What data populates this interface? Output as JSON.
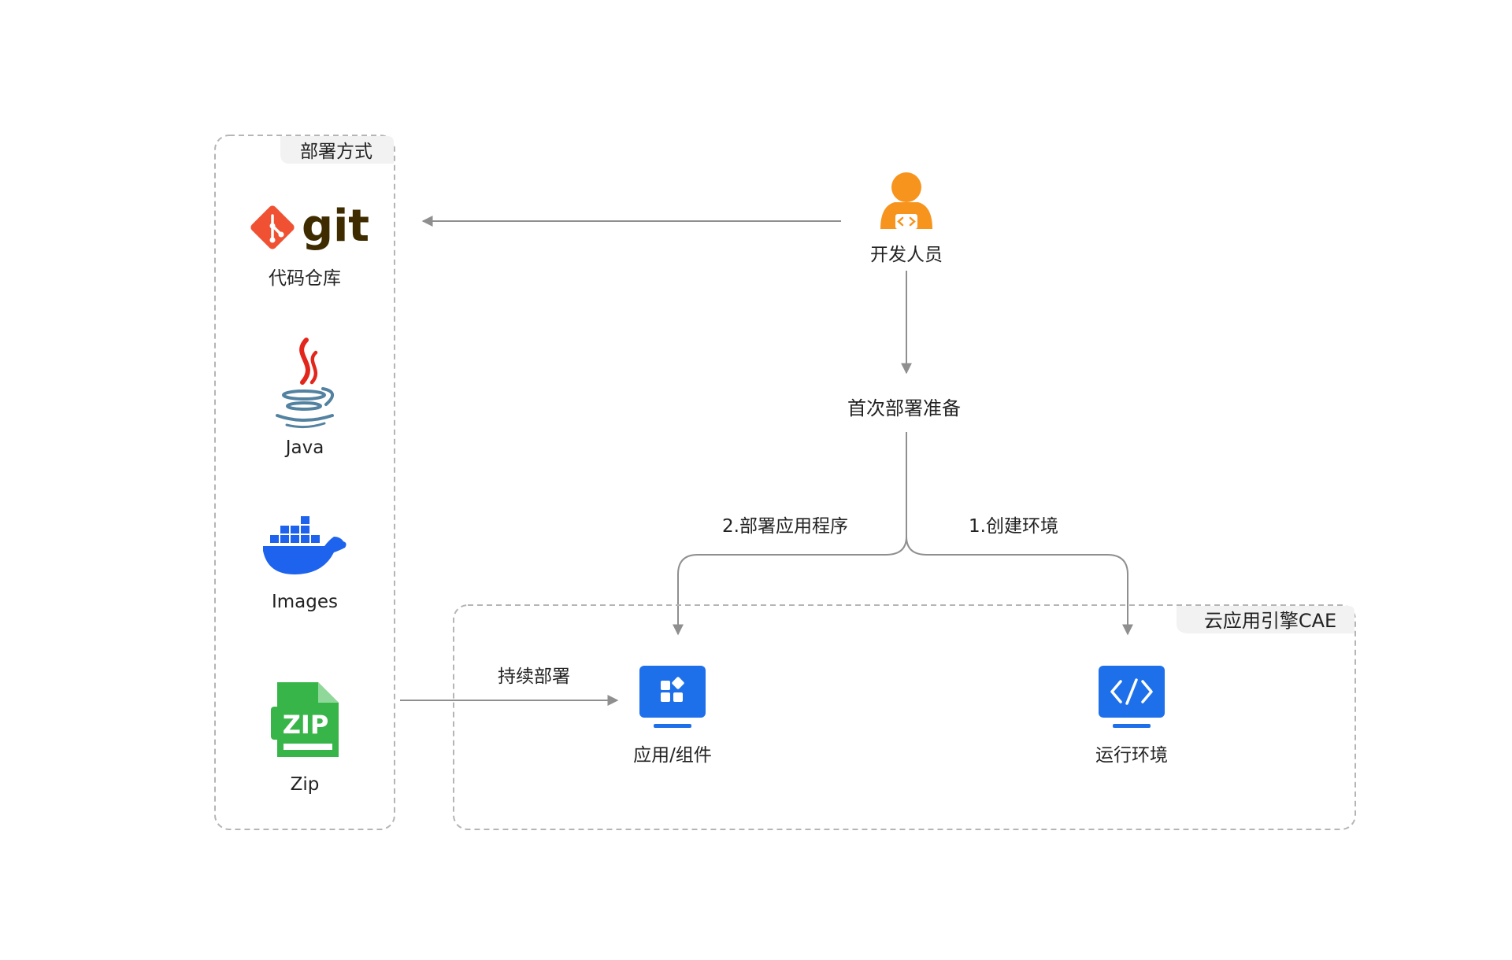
{
  "colors": {
    "accent_blue": "#1e70ea",
    "developer_orange": "#f7941d",
    "git_orange": "#f05133",
    "git_text": "#3e2c00",
    "java_red": "#e3261c",
    "java_blue": "#5382a1",
    "docker_blue": "#1d63ed",
    "zip_green": "#38b549",
    "line_gray": "#8f8f8f",
    "dashed_border": "#b5b5b5",
    "tab_background": "#f2f2f2"
  },
  "deploy_methods": {
    "title": "部署方式",
    "items": [
      {
        "label": "代码仓库",
        "icon": "git-logo-icon",
        "logo_text": "git"
      },
      {
        "label": "Java",
        "icon": "java-logo-icon"
      },
      {
        "label": "Images",
        "icon": "docker-whale-icon"
      },
      {
        "label": "Zip",
        "icon": "zip-file-icon",
        "logo_text": "ZIP"
      }
    ]
  },
  "developer": {
    "label": "开发人员",
    "icon": "developer-person-icon"
  },
  "first_deploy": {
    "label": "首次部署准备"
  },
  "branches": {
    "left_label": "2.部署应用程序",
    "right_label": "1.创建环境"
  },
  "continuous_deploy": {
    "label": "持续部署"
  },
  "cae": {
    "title": "云应用引擎CAE",
    "app": {
      "label": "应用/组件",
      "icon": "app-components-icon"
    },
    "runtime": {
      "label": "运行环境",
      "icon": "code-brackets-icon"
    }
  }
}
